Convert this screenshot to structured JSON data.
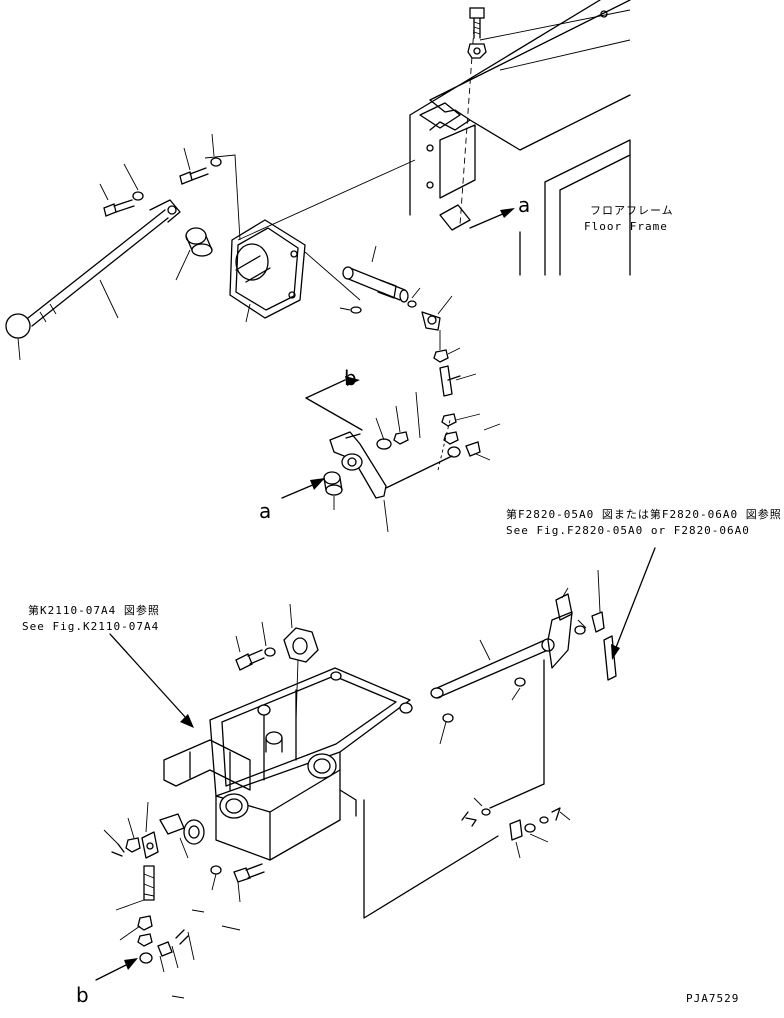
{
  "labels": {
    "floor_frame_jp": "フロアフレーム",
    "floor_frame_en": "Floor Frame",
    "ref_a_top": "a",
    "ref_a_mid": "a",
    "ref_b_mid": "b",
    "ref_b_bottom": "b",
    "ref_f2820_jp": "第F2820-05A0 図または第F2820-06A0 図参照",
    "ref_f2820_en": "See Fig.F2820-05A0 or F2820-06A0",
    "ref_k2110_jp": "第K2110-07A4 図参照",
    "ref_k2110_en": "See Fig.K2110-07A4",
    "drawing_code": "PJA7529"
  }
}
